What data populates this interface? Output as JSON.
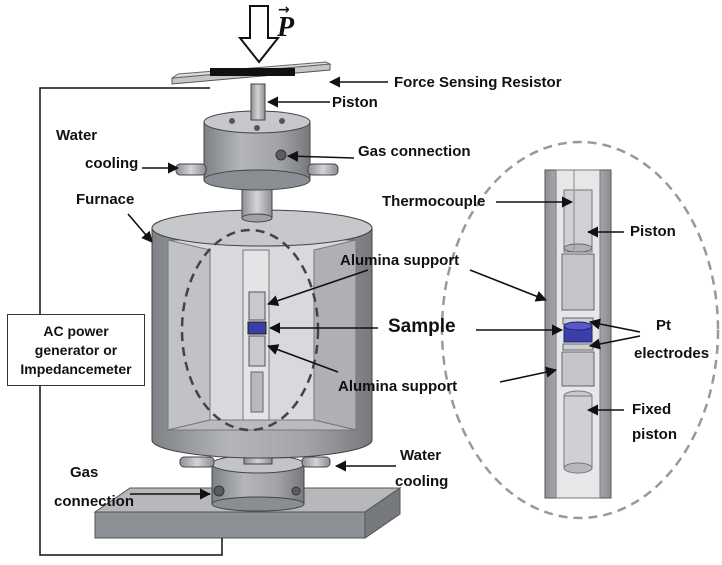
{
  "labels": {
    "force_symbol": "P",
    "force_arrow": "→",
    "force_sensing_resistor": "Force Sensing Resistor",
    "piston_top": "Piston",
    "water_cooling_top_1": "Water",
    "water_cooling_top_2": "cooling",
    "gas_connection_top": "Gas connection",
    "furnace": "Furnace",
    "alumina_support_upper": "Alumina support",
    "sample": "Sample",
    "alumina_support_lower": "Alumina support",
    "gas_connection_bottom_1": "Gas",
    "gas_connection_bottom_2": "connection",
    "water_cooling_bottom_1": "Water",
    "water_cooling_bottom_2": "cooling",
    "thermocouple": "Thermocouple",
    "piston_detail": "Piston",
    "pt_electrodes_1": "Pt",
    "pt_electrodes_2": "electrodes",
    "fixed_piston_1": "Fixed",
    "fixed_piston_2": "piston"
  },
  "ac_box": {
    "line1": "AC power",
    "line2": "generator or",
    "line3": "Impedancemeter"
  },
  "colors": {
    "metal": "#a7a9ad",
    "metal_dark": "#7c7f84",
    "metal_light": "#c9cbce",
    "sample": "#3b3ea6",
    "outline": "#3a3a3a"
  }
}
